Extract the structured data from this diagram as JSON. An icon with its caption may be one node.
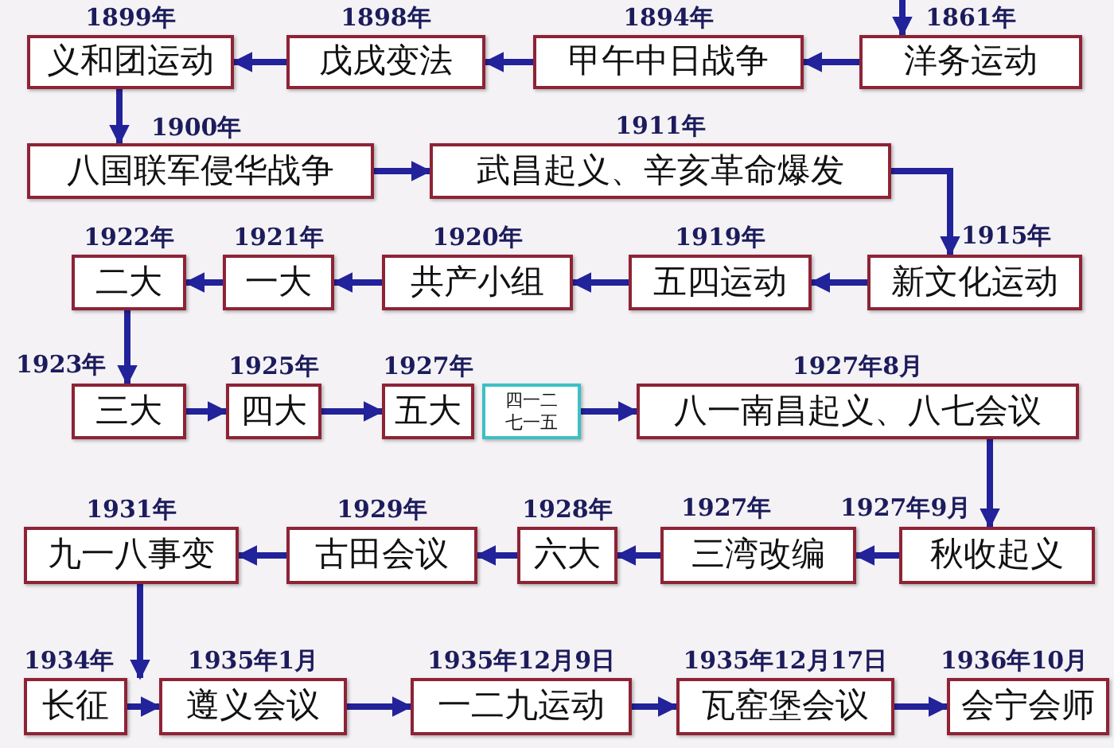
{
  "diagram": {
    "nodes": [
      {
        "text": [
          "义和团运动"
        ],
        "beside": [
          "1899年"
        ]
      },
      {
        "text": [
          "戊戌变法"
        ],
        "beside": [
          "1898年"
        ]
      },
      {
        "text": [
          "甲午中日战争"
        ],
        "beside": [
          "1894年"
        ]
      },
      {
        "text": [
          "洋务运动"
        ],
        "beside": [
          "1861年"
        ]
      },
      {
        "text": [
          "八国联军侵华战争"
        ],
        "beside": [
          "1900年"
        ]
      },
      {
        "text": [
          "武昌起义、辛亥革命爆发"
        ],
        "beside": [
          "1911年"
        ]
      },
      {
        "text": [
          "二大"
        ],
        "beside": [
          "1922年"
        ]
      },
      {
        "text": [
          "一大"
        ],
        "beside": [
          "1921年"
        ]
      },
      {
        "text": [
          "共产小组"
        ],
        "beside": [
          "1920年"
        ]
      },
      {
        "text": [
          "五四运动"
        ],
        "beside": [
          "1919年"
        ]
      },
      {
        "text": [
          "新文化运动"
        ],
        "beside": [
          "1915年"
        ]
      },
      {
        "text": [
          "三大"
        ],
        "beside": [
          "1923年"
        ]
      },
      {
        "text": [
          "四大"
        ],
        "beside": [
          "1925年"
        ]
      },
      {
        "text": [
          "五大"
        ],
        "beside": [
          "1927年"
        ]
      },
      {
        "text": [
          "四一二",
          "七一五"
        ]
      },
      {
        "text": [
          "八一南昌起义、八七会议"
        ],
        "beside": [
          "1927年8月"
        ]
      },
      {
        "text": [
          "九一八事变"
        ],
        "beside": [
          "1931年"
        ]
      },
      {
        "text": [
          "古田会议"
        ],
        "beside": [
          "1929年"
        ]
      },
      {
        "text": [
          "六大"
        ],
        "beside": [
          "1928年"
        ]
      },
      {
        "text": [
          "三湾改编"
        ],
        "beside": [
          "1927年"
        ]
      },
      {
        "text": [
          "秋收起义"
        ],
        "beside": [
          "1927年9月"
        ]
      },
      {
        "text": [
          "长征"
        ],
        "beside": [
          "1934年"
        ]
      },
      {
        "text": [
          "遵义会议"
        ],
        "beside": [
          "1935年1月"
        ]
      },
      {
        "text": [
          "一二九运动"
        ],
        "beside": [
          "1935年12月9日"
        ]
      },
      {
        "text": [
          "瓦窑堡会议"
        ],
        "beside": [
          "1935年12月17日"
        ]
      },
      {
        "text": [
          "会宁会师"
        ],
        "beside": [
          "1936年10月"
        ]
      }
    ],
    "edges": [
      {
        "from": null,
        "to": 3,
        "arrow": "to"
      },
      {
        "from": 3,
        "to": 2,
        "arrow": "to"
      },
      {
        "from": 2,
        "to": 1,
        "arrow": "to"
      },
      {
        "from": 1,
        "to": 0,
        "arrow": "to"
      },
      {
        "from": 0,
        "to": 4,
        "arrow": "to"
      },
      {
        "from": 4,
        "to": 5,
        "arrow": "to"
      },
      {
        "from": 5,
        "to": 10,
        "arrow": "to"
      },
      {
        "from": 10,
        "to": 9,
        "arrow": "to"
      },
      {
        "from": 9,
        "to": 8,
        "arrow": "to"
      },
      {
        "from": 8,
        "to": 7,
        "arrow": "to"
      },
      {
        "from": 7,
        "to": 6,
        "arrow": "to"
      },
      {
        "from": 6,
        "to": 11,
        "arrow": "to"
      },
      {
        "from": 11,
        "to": 12,
        "arrow": "to"
      },
      {
        "from": 12,
        "to": 13,
        "arrow": "to"
      },
      {
        "from": 14,
        "to": 15,
        "arrow": "to"
      },
      {
        "from": 15,
        "to": 20,
        "arrow": "to"
      },
      {
        "from": 20,
        "to": 19,
        "arrow": "to"
      },
      {
        "from": 19,
        "to": 18,
        "arrow": "to"
      },
      {
        "from": 18,
        "to": 17,
        "arrow": "to"
      },
      {
        "from": 17,
        "to": 16,
        "arrow": "to"
      },
      {
        "from": 16,
        "to": 21,
        "arrow": "to"
      },
      {
        "from": 21,
        "to": 22,
        "arrow": "to"
      },
      {
        "from": 22,
        "to": 23,
        "arrow": "to"
      },
      {
        "from": 23,
        "to": 24,
        "arrow": "to"
      },
      {
        "from": 24,
        "to": 25,
        "arrow": "to"
      }
    ]
  }
}
